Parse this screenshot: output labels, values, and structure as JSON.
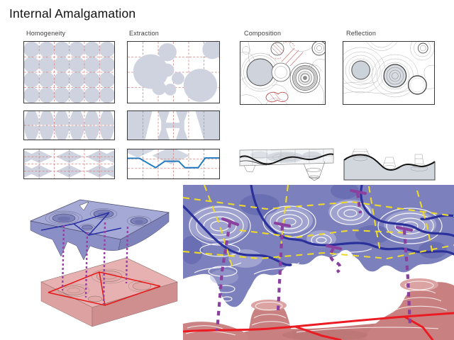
{
  "slide": {
    "title": "Internal Amalgamation"
  },
  "panels": {
    "homogeneity": {
      "label": "Homogeneity"
    },
    "extraction": {
      "label": "Extraction"
    },
    "composition": {
      "label": "Composition"
    },
    "reflection": {
      "label": "Reflection"
    }
  },
  "colors": {
    "cell_fill": "#ced3df",
    "grid_red_dash": "#d4827e",
    "section_blue_line": "#1f7ac2",
    "upper_stratum_blue": "#7c80bd",
    "lower_stratum_pink": "#c98383",
    "connector_purple": "#8b3f9e",
    "network_red": "#ea1b22",
    "network_dark_blue": "#2b309b",
    "grid_yellow_dash": "#ecd92b"
  }
}
